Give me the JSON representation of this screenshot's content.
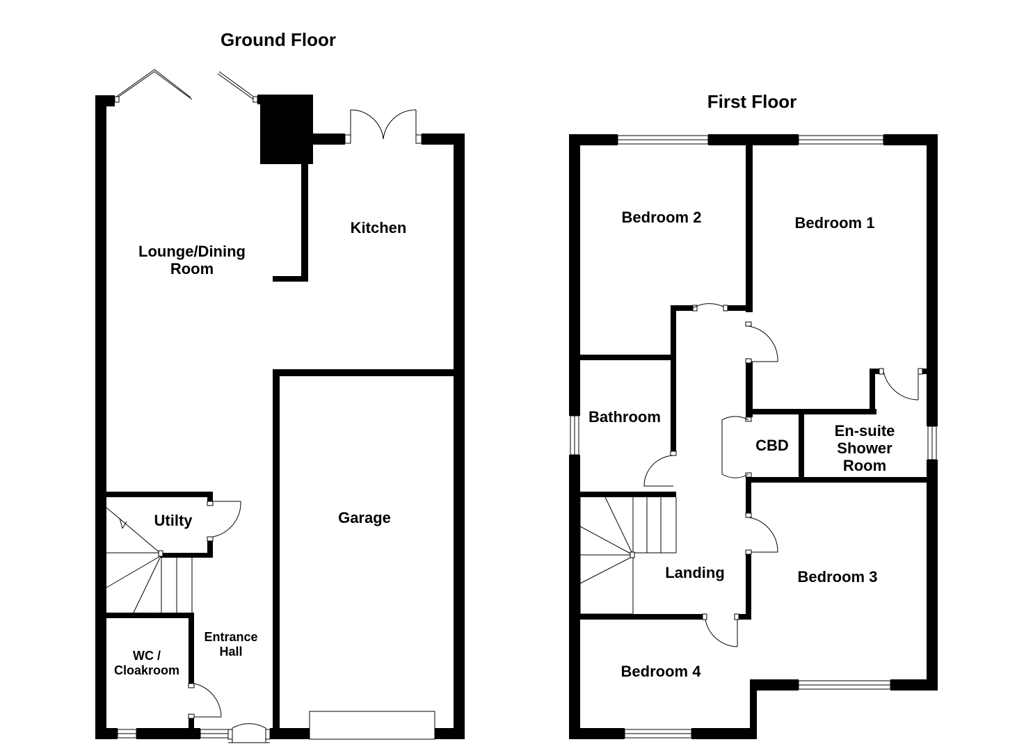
{
  "floors": {
    "ground": {
      "title": "Ground Floor",
      "rooms": {
        "lounge_line1": "Lounge/Dining",
        "lounge_line2": "Room",
        "kitchen": "Kitchen",
        "utility": "Utilty",
        "garage": "Garage",
        "hall_line1": "Entrance",
        "hall_line2": "Hall",
        "wc_line1": "WC /",
        "wc_line2": "Cloakroom"
      }
    },
    "first": {
      "title": "First Floor",
      "rooms": {
        "bedroom2": "Bedroom 2",
        "bedroom1": "Bedroom 1",
        "bathroom": "Bathroom",
        "cbd": "CBD",
        "ensuite_line1": "En-suite",
        "ensuite_line2": "Shower",
        "ensuite_line3": "Room",
        "landing": "Landing",
        "bedroom3": "Bedroom 3",
        "bedroom4": "Bedroom 4"
      }
    }
  },
  "colors": {
    "wall": "#000000",
    "background": "#ffffff"
  }
}
